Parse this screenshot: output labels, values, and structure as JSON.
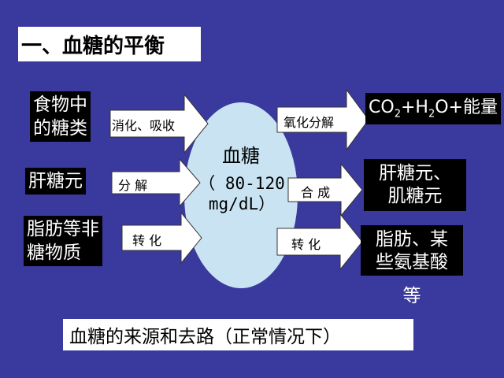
{
  "title": "一、血糖的平衡",
  "center": {
    "line1": "血糖",
    "line2": "（ 80-120",
    "line3": "mg/dL）"
  },
  "sources": [
    {
      "line1": "食物中",
      "line2": "的糖类",
      "arrow_label": "消化、吸收"
    },
    {
      "line1": "肝糖元",
      "arrow_label": "分  解"
    },
    {
      "line1": "脂肪等非",
      "line2": "糖物质",
      "arrow_label": "转  化"
    }
  ],
  "destinations": [
    {
      "arrow_label": "氧化分解",
      "pre": "CO",
      "sub1": "2",
      "mid": "+H",
      "sub2": "2",
      "post": "O+能量"
    },
    {
      "arrow_label": "合  成",
      "line1": "肝糖元、",
      "line2": "肌糖元"
    },
    {
      "arrow_label": "转  化",
      "line1": "脂肪、某",
      "line2": "些氨基酸",
      "line3": "等"
    }
  ],
  "caption": "血糖的来源和去路（正常情况下）",
  "colors": {
    "background": "#3a3a9e",
    "ellipse": "#c9e3f2"
  }
}
